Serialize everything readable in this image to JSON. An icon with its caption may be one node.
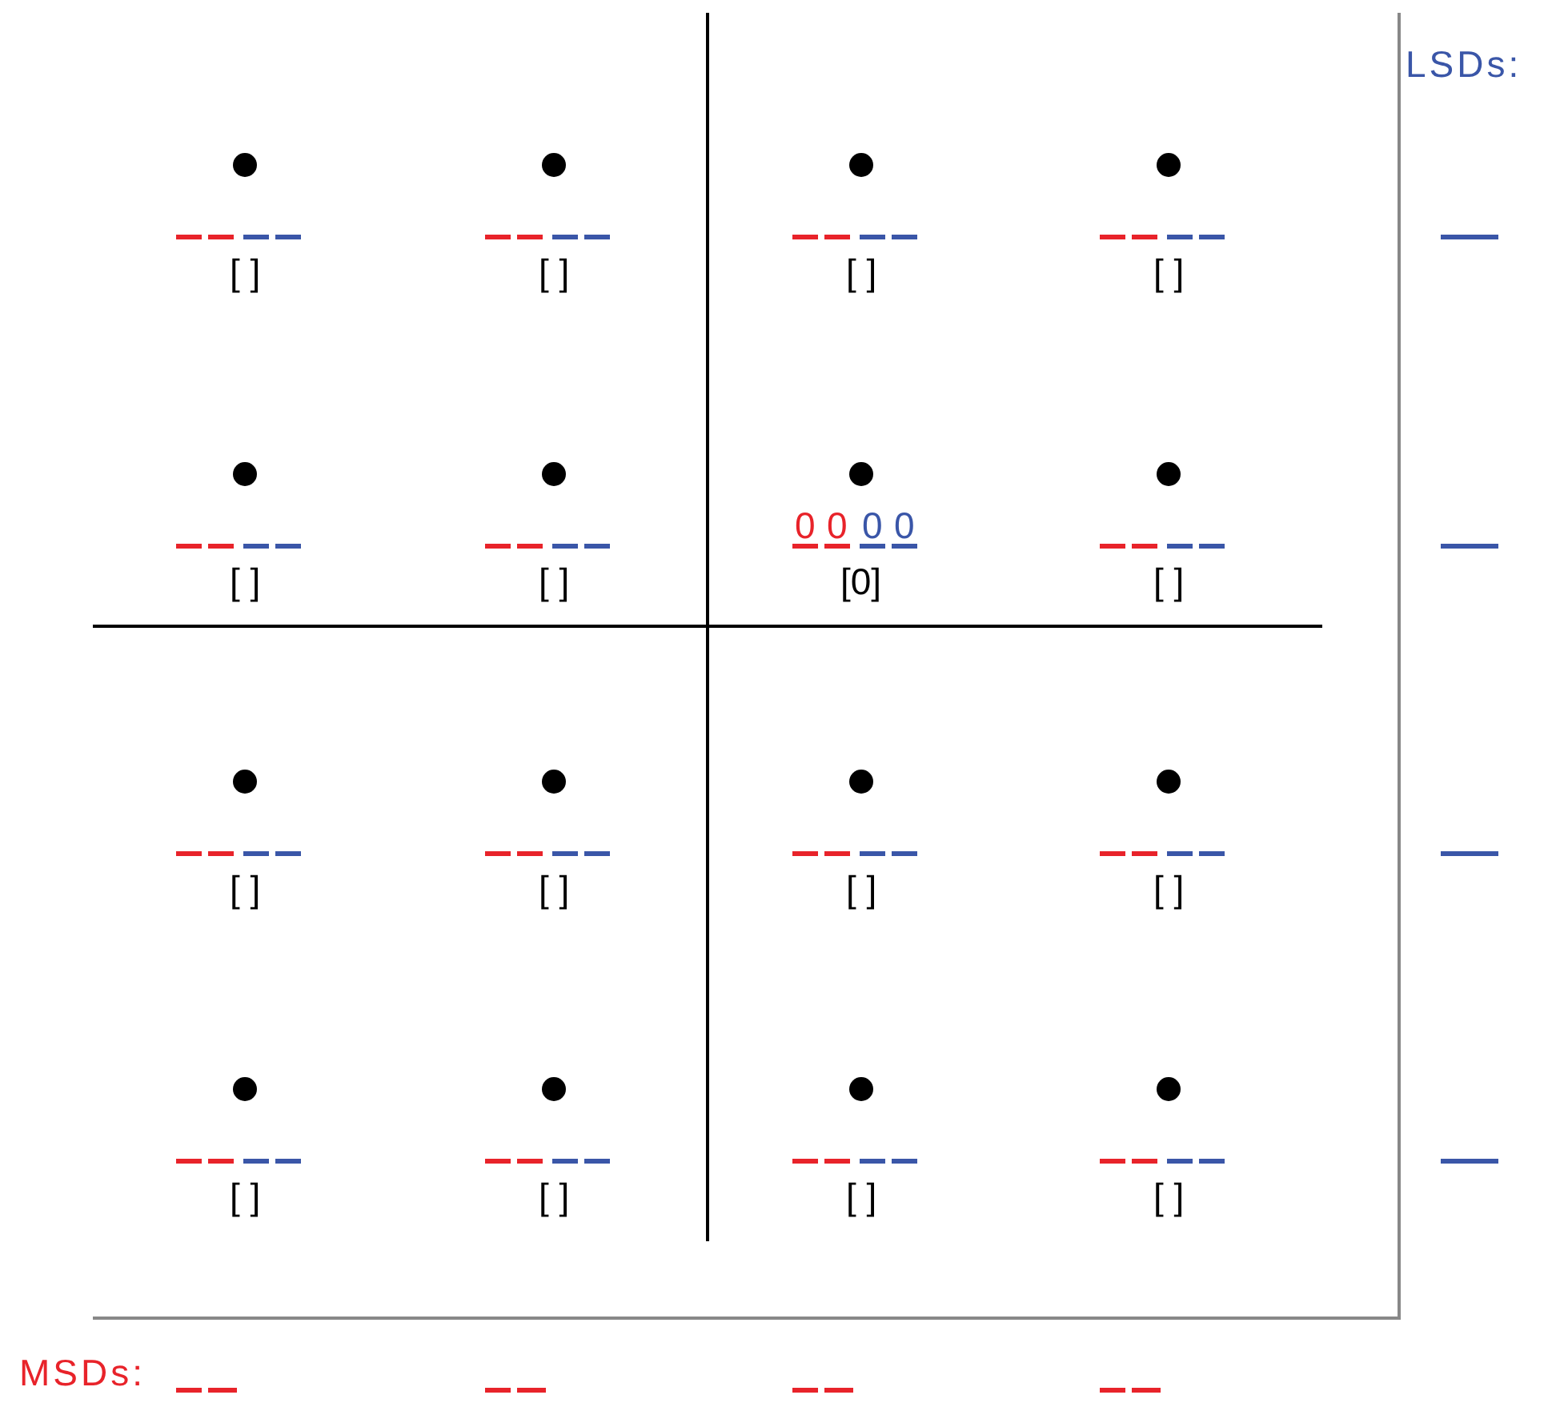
{
  "diagram": {
    "labels": [
      "LSDs:",
      "[ ]",
      "[ ]",
      "[ ]",
      "[ ]",
      "0",
      "0",
      "0",
      "0",
      "[ ]",
      "[ ]",
      "[0]",
      "[ ]",
      "[ ]",
      "[ ]",
      "[ ]",
      "[ ]",
      "[ ]",
      "[ ]",
      "[ ]",
      "[ ]",
      "MSDs:"
    ]
  }
}
